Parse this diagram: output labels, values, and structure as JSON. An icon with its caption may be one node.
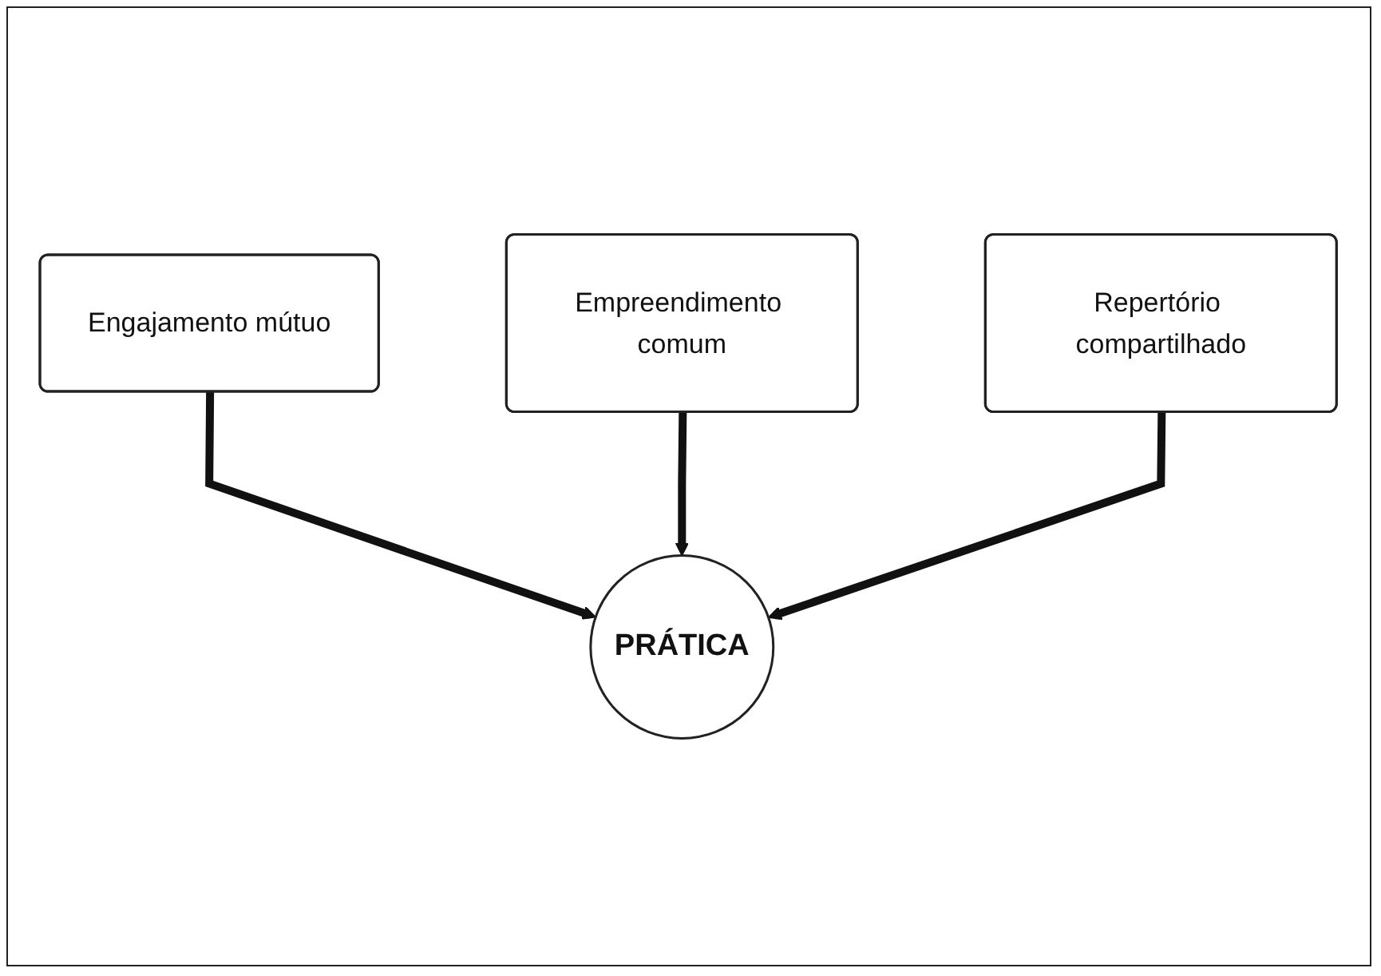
{
  "diagram": {
    "nodes": [
      {
        "text": [
          "Empreendimento comum"
        ]
      },
      {
        "text": [
          "Engajamento mútuo"
        ]
      },
      {
        "text": [
          "Repertório compartilhado"
        ]
      },
      {
        "text": [
          "PRÁTICA"
        ]
      }
    ],
    "edges": [
      {
        "from": 1,
        "to": 3,
        "arrow": "to"
      },
      {
        "from": 0,
        "to": 3,
        "arrow": "to"
      },
      {
        "from": 2,
        "to": 3,
        "arrow": "to"
      }
    ]
  }
}
